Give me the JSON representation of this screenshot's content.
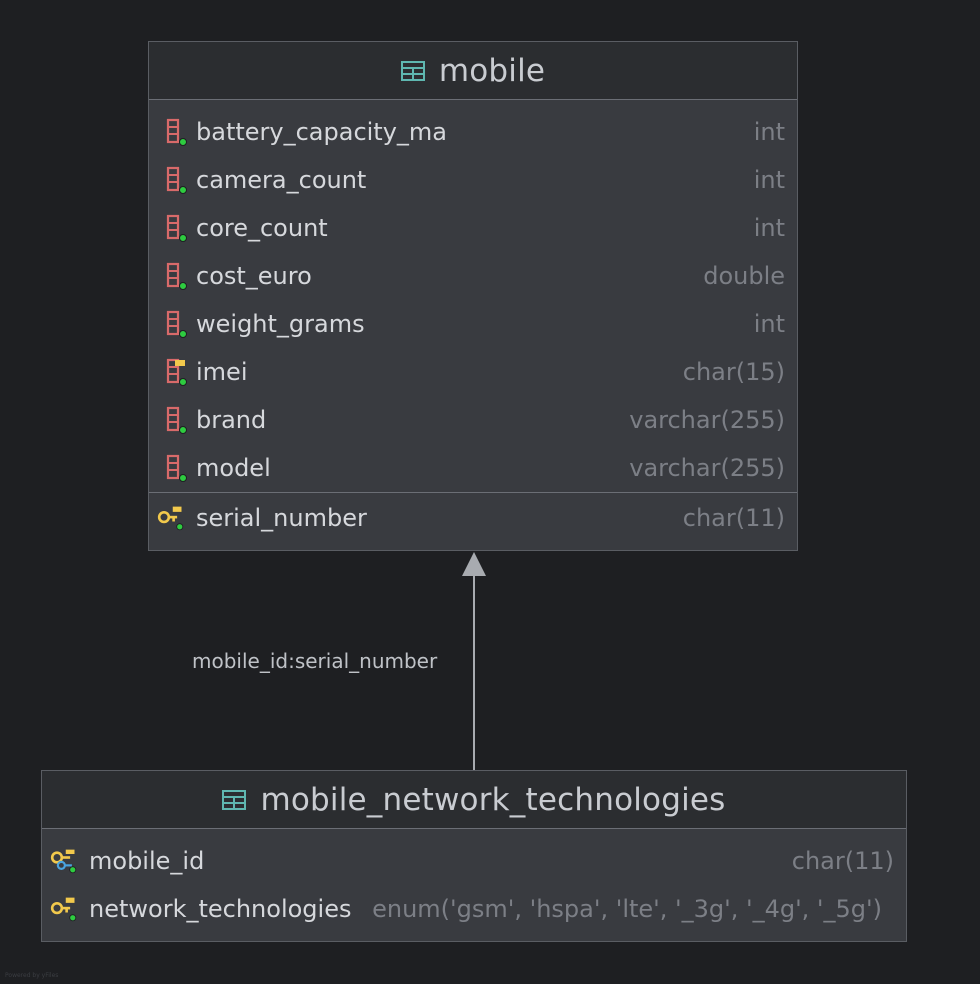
{
  "tables": {
    "mobile": {
      "title": "mobile",
      "columns": [
        {
          "name": "battery_capacity_ma",
          "type": "int"
        },
        {
          "name": "camera_count",
          "type": "int"
        },
        {
          "name": "core_count",
          "type": "int"
        },
        {
          "name": "cost_euro",
          "type": "double"
        },
        {
          "name": "weight_grams",
          "type": "int"
        },
        {
          "name": "imei",
          "type": "char(15)"
        },
        {
          "name": "brand",
          "type": "varchar(255)"
        },
        {
          "name": "model",
          "type": "varchar(255)"
        },
        {
          "name": "serial_number",
          "type": "char(11)"
        }
      ]
    },
    "mnt": {
      "title": "mobile_network_technologies",
      "columns": [
        {
          "name": "mobile_id",
          "type": "char(11)"
        },
        {
          "name": "network_technologies",
          "type": "enum('gsm', 'hspa', 'lte', '_3g', '_4g', '_5g')"
        }
      ]
    }
  },
  "edge": {
    "label": "mobile_id:serial_number"
  },
  "watermark": "Powered by yFiles",
  "colors": {
    "background": "#1e1f22",
    "table_body": "#393b40",
    "column_icon": "#d86a6a",
    "key_icon": "#f2c94c",
    "fk_icon": "#4aa3df",
    "table_icon": "#5fb7b0",
    "dot": "#2ecc40"
  }
}
